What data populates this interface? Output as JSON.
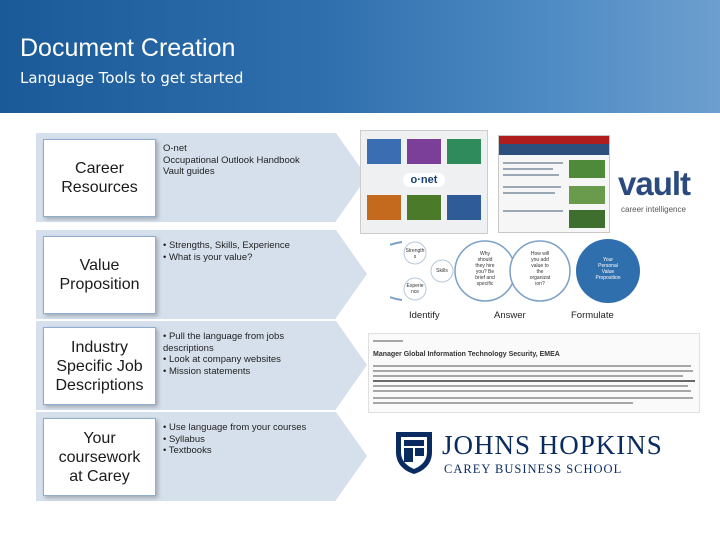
{
  "header": {
    "title": "Document Creation",
    "subtitle": "Language Tools to get started"
  },
  "colors": {
    "header_blue": "#2f6fad",
    "arrow_fill": "#d6e0ec",
    "vault_blue": "#2c4a7e",
    "jhu_navy": "#0a2b5f"
  },
  "rows": [
    {
      "label": "Career\nResources",
      "items": [
        "O-net",
        "Occupational Outlook Handbook",
        "Vault guides"
      ]
    },
    {
      "label": "Value\nProposition",
      "items": [
        "• Strengths, Skills, Experience",
        "• What is your value?"
      ]
    },
    {
      "label": "Industry\nSpecific Job\nDescriptions",
      "items": [
        "• Pull the language from jobs\n  descriptions",
        "• Look at company websites",
        "• Mission statements"
      ]
    },
    {
      "label": "Your\ncoursework\nat Carey",
      "items": [
        "• Use language from your courses",
        "• Syllabus",
        "• Textbooks"
      ]
    }
  ],
  "vault_logo": {
    "word": "vault",
    "tagline": "career intelligence"
  },
  "onet_logo": "o·net",
  "diagram": {
    "labels": [
      "Identify",
      "Answer",
      "Formulate"
    ],
    "circle_texts": [
      "Strength\ns",
      "Skills",
      "Experie\nnce",
      "Why\nshould\nthey hire\nyou? Be\nbrief and\nspecific",
      "How will\nyou add\nvalue to\nthe\norganizat\nion?",
      "Your\nPersonal\nValue\nProposition"
    ]
  },
  "job_description": {
    "title": "Manager Global Information Technology Security, EMEA"
  },
  "jhu_logo": {
    "name": "JOHNS HOPKINS",
    "school": "CAREY BUSINESS SCHOOL"
  }
}
